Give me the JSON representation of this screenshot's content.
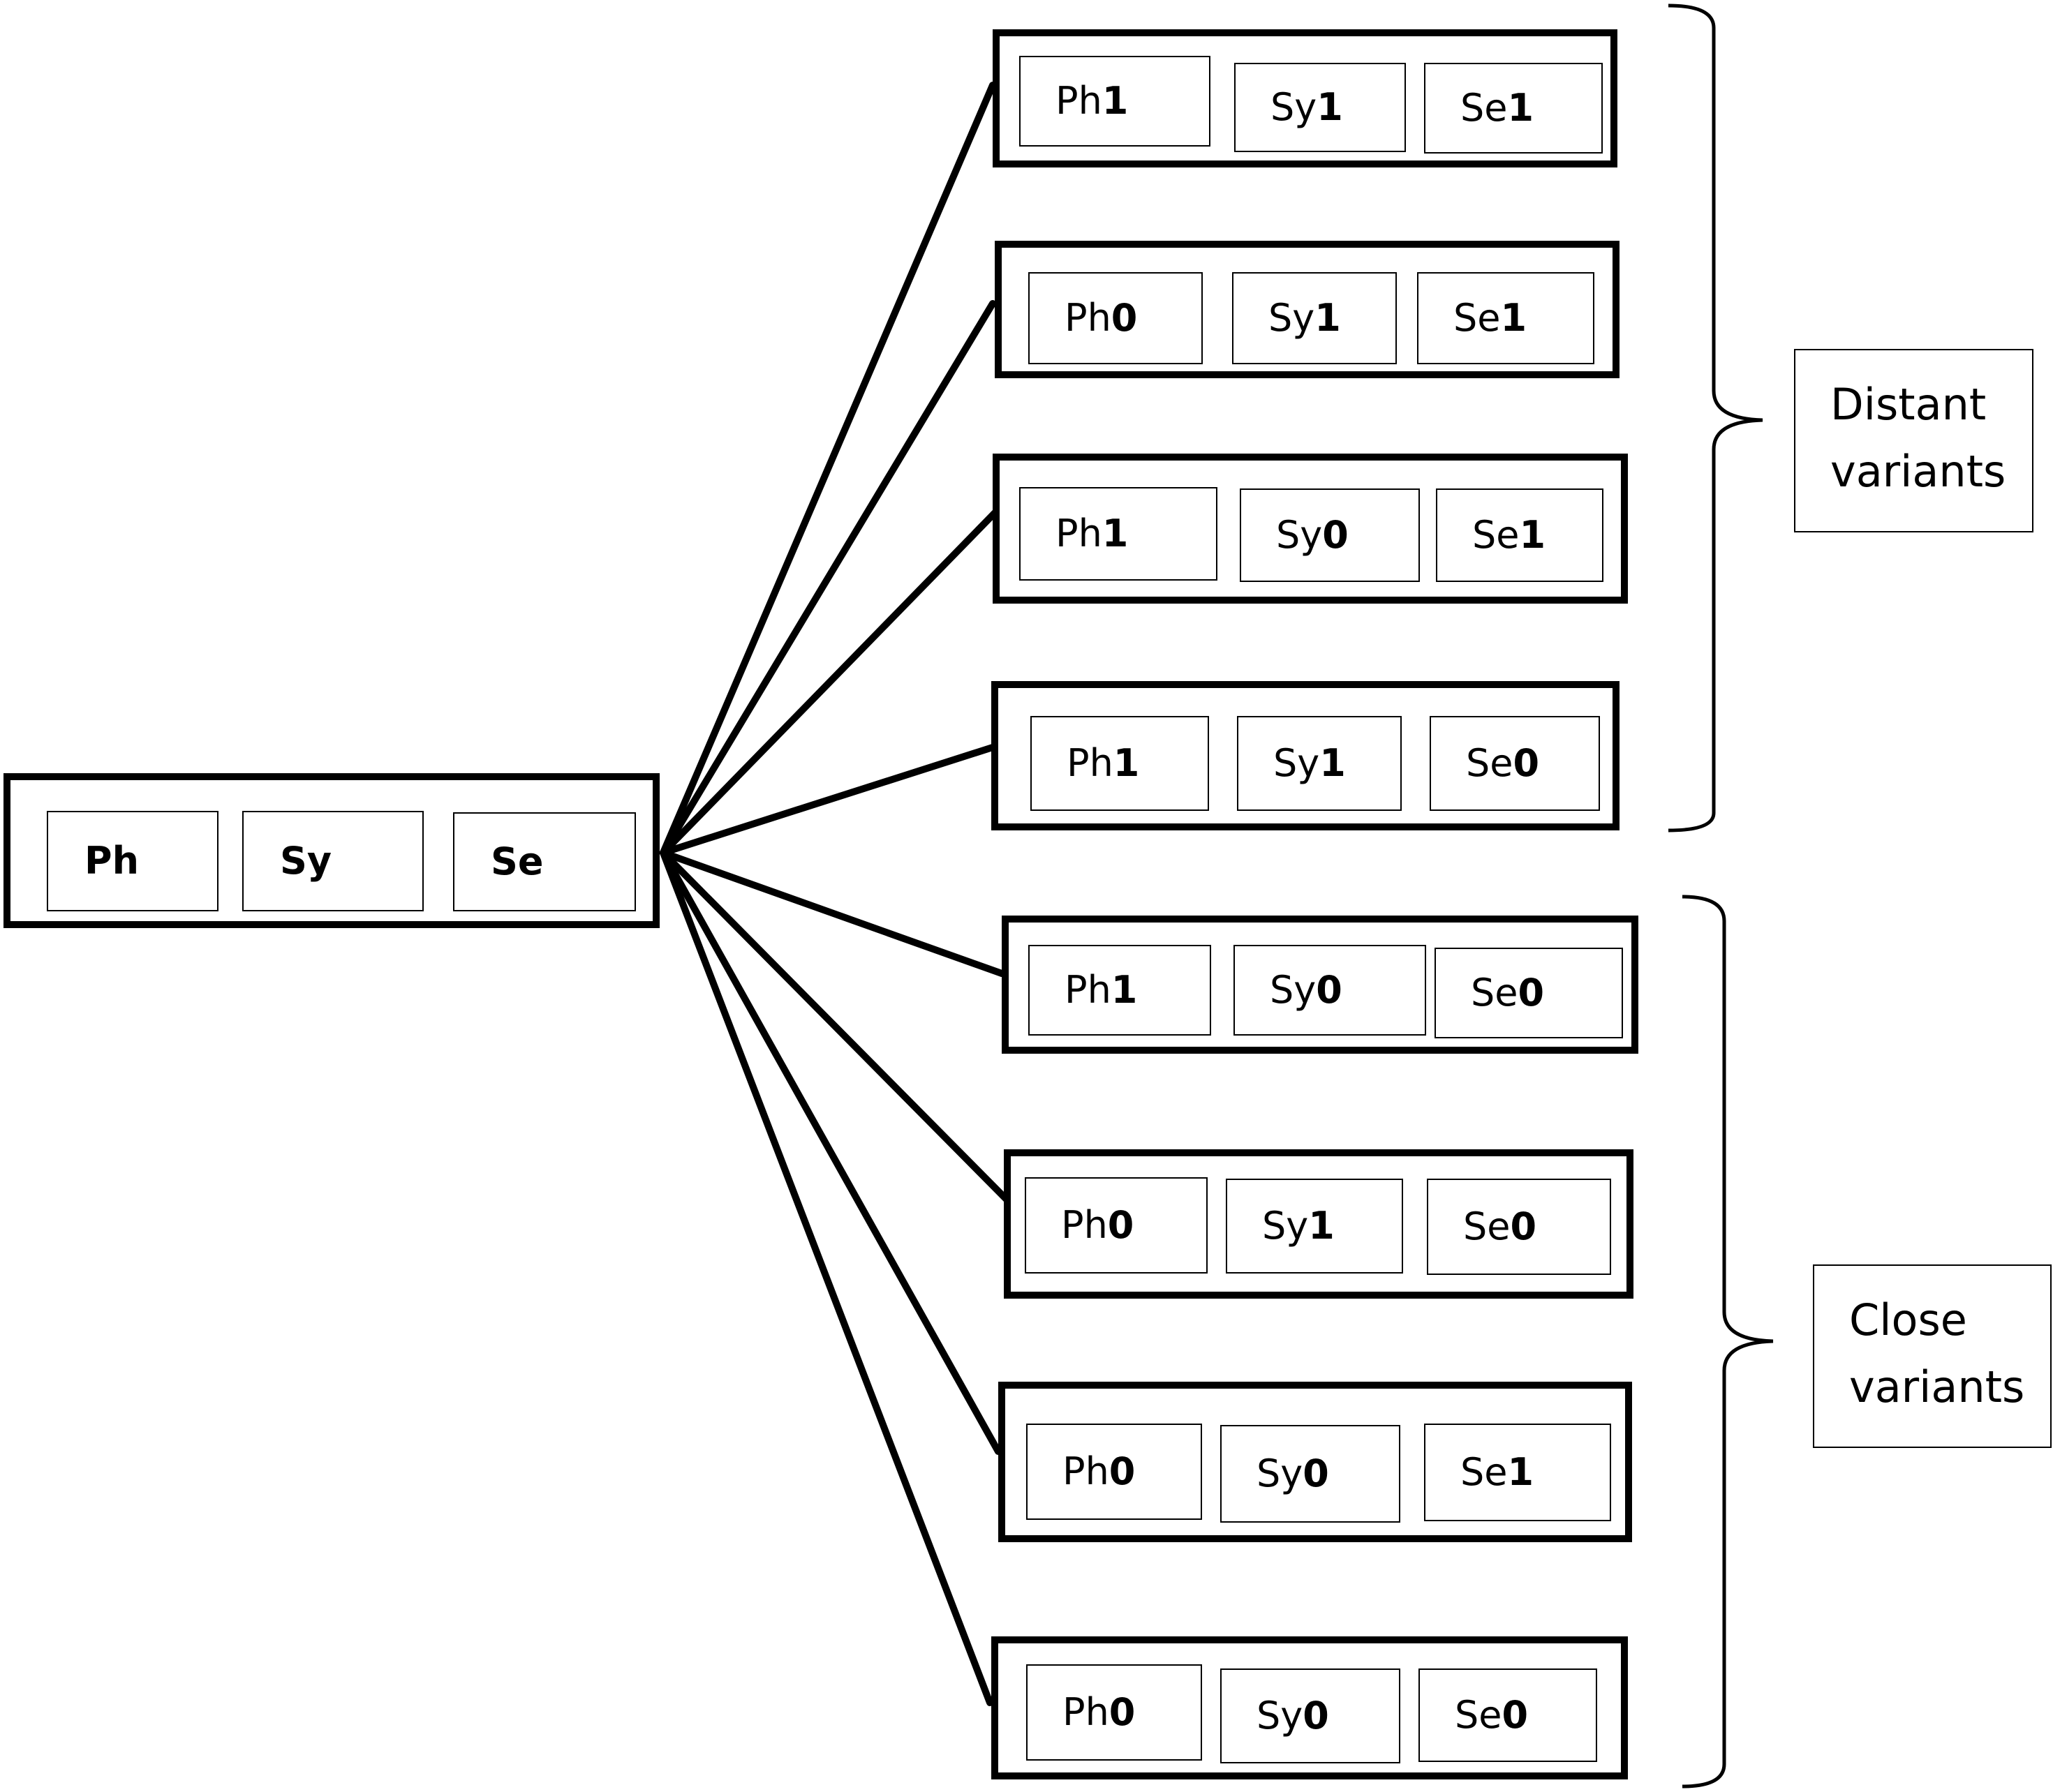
{
  "root": {
    "cells": [
      "Ph",
      "Sy",
      "Se"
    ]
  },
  "variants": [
    {
      "group": "distant",
      "cells": [
        {
          "label": "Ph",
          "value": "1"
        },
        {
          "label": "Sy",
          "value": "1"
        },
        {
          "label": "Se",
          "value": "1"
        }
      ]
    },
    {
      "group": "distant",
      "cells": [
        {
          "label": "Ph",
          "value": "0"
        },
        {
          "label": "Sy",
          "value": "1"
        },
        {
          "label": "Se",
          "value": "1"
        }
      ]
    },
    {
      "group": "distant",
      "cells": [
        {
          "label": "Ph",
          "value": "1"
        },
        {
          "label": "Sy",
          "value": "0"
        },
        {
          "label": "Se",
          "value": "1"
        }
      ]
    },
    {
      "group": "distant",
      "cells": [
        {
          "label": "Ph",
          "value": "1"
        },
        {
          "label": "Sy",
          "value": "1"
        },
        {
          "label": "Se",
          "value": "0"
        }
      ]
    },
    {
      "group": "close",
      "cells": [
        {
          "label": "Ph",
          "value": "1"
        },
        {
          "label": "Sy",
          "value": "0"
        },
        {
          "label": "Se",
          "value": "0"
        }
      ]
    },
    {
      "group": "close",
      "cells": [
        {
          "label": "Ph",
          "value": "0"
        },
        {
          "label": "Sy",
          "value": "1"
        },
        {
          "label": "Se",
          "value": "0"
        }
      ]
    },
    {
      "group": "close",
      "cells": [
        {
          "label": "Ph",
          "value": "0"
        },
        {
          "label": "Sy",
          "value": "0"
        },
        {
          "label": "Se",
          "value": "1"
        }
      ]
    },
    {
      "group": "close",
      "cells": [
        {
          "label": "Ph",
          "value": "0"
        },
        {
          "label": "Sy",
          "value": "0"
        },
        {
          "label": "Se",
          "value": "0"
        }
      ]
    }
  ],
  "groups": {
    "distant": {
      "line1": "Distant",
      "line2": "variants"
    },
    "close": {
      "line1": "Close",
      "line2": "variants"
    }
  },
  "colors": {
    "stroke": "#000000",
    "background": "#ffffff"
  }
}
